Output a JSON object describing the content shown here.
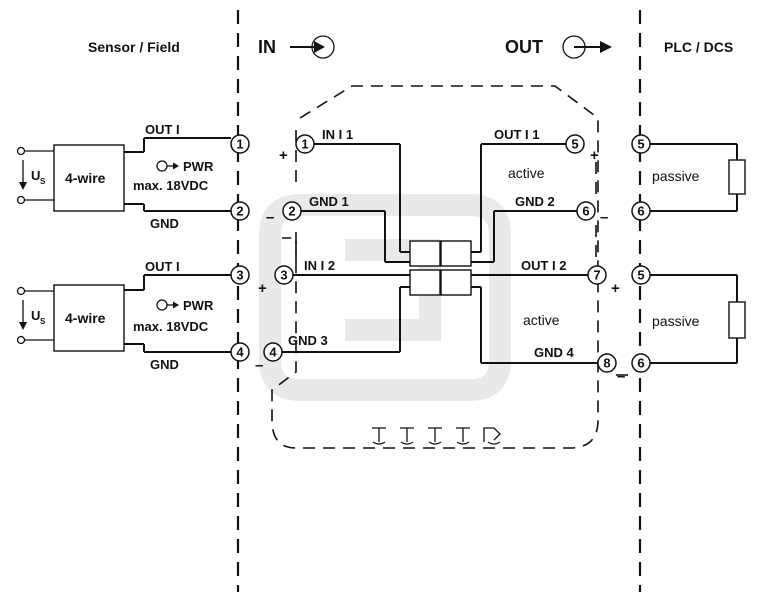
{
  "headers": {
    "sensor_field": "Sensor / Field",
    "in": "IN",
    "out": "OUT",
    "plc_dcs": "PLC / DCS"
  },
  "field_devices": [
    {
      "label": "4-wire",
      "us": "U",
      "us_sub": "S",
      "out_label": "OUT I",
      "pwr": "PWR",
      "max": "max. 18VDC",
      "gnd": "GND"
    },
    {
      "label": "4-wire",
      "us": "U",
      "us_sub": "S",
      "out_label": "OUT I",
      "pwr": "PWR",
      "max": "max. 18VDC",
      "gnd": "GND"
    }
  ],
  "input_terminals": [
    "1",
    "2",
    "3",
    "4"
  ],
  "module": {
    "inner_terminals_left": [
      "1",
      "2",
      "3",
      "4"
    ],
    "inner_terminals_right": [
      "5",
      "6",
      "7",
      "8"
    ],
    "labels": {
      "in1": "IN I 1",
      "gnd1": "GND 1",
      "in2": "IN I 2",
      "gnd3": "GND 3",
      "out1": "OUT I 1",
      "gnd2": "GND 2",
      "out2": "OUT I 2",
      "gnd4": "GND 4",
      "active1": "active",
      "active2": "active"
    },
    "polarity": {
      "plus": "+",
      "minus": "–"
    }
  },
  "plc": [
    {
      "terminals": [
        "5",
        "6"
      ],
      "label": "passive"
    },
    {
      "terminals": [
        "5",
        "6"
      ],
      "label": "passive"
    }
  ]
}
